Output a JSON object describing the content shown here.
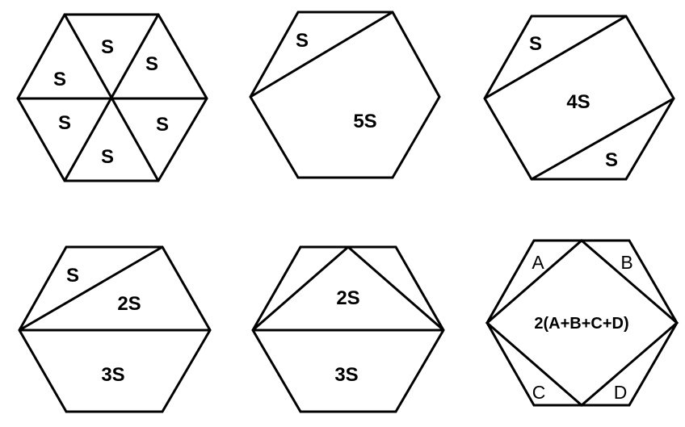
{
  "figures": [
    {
      "name": "hexagon-six-triangles",
      "labels": [
        "S",
        "S",
        "S",
        "S",
        "S",
        "S"
      ]
    },
    {
      "name": "hexagon-one-cut",
      "labels": [
        "S",
        "5S"
      ]
    },
    {
      "name": "hexagon-two-cuts",
      "labels": [
        "S",
        "4S",
        "S"
      ]
    },
    {
      "name": "hexagon-diagonal-split",
      "labels": [
        "S",
        "2S",
        "3S"
      ]
    },
    {
      "name": "hexagon-triangle-split",
      "labels": [
        "2S",
        "3S"
      ]
    },
    {
      "name": "hexagon-inscribed-quad",
      "labels": [
        "A",
        "B",
        "2(A+B+C+D)",
        "C",
        "D"
      ]
    }
  ]
}
